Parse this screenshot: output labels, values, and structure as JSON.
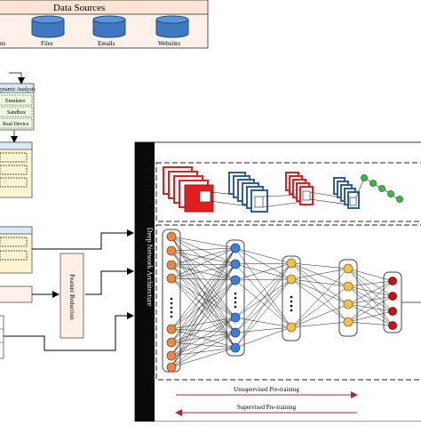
{
  "data_sources": {
    "title": "Data Sources",
    "items": [
      "ns",
      "Files",
      "Emails",
      "Websites"
    ]
  },
  "dynamic_analysis": {
    "title": "ynamic Analysis",
    "items": [
      "Emulator",
      "Sandbox",
      "Real Device"
    ]
  },
  "feature_reduction": "Feature Reduction",
  "deep_network": "Deep Network Architecture",
  "training": {
    "unsupervised": "Unsupervised Pre-training",
    "supervised": "Supervised Pre-training"
  },
  "colors": {
    "source_fill": "#fdf1ea",
    "db_blue": "#3d78c0",
    "green_box": "#eef6e4",
    "yellow_box": "#fdf5d2",
    "red_map": "#e02020",
    "blue_map": "#2f5f9a",
    "node_orange": "#e8894a",
    "node_blue": "#3d7fd6",
    "node_amber": "#f0c24a",
    "node_red": "#cc1010",
    "node_green": "#3cb84a",
    "arrow_red": "#b3262e"
  }
}
